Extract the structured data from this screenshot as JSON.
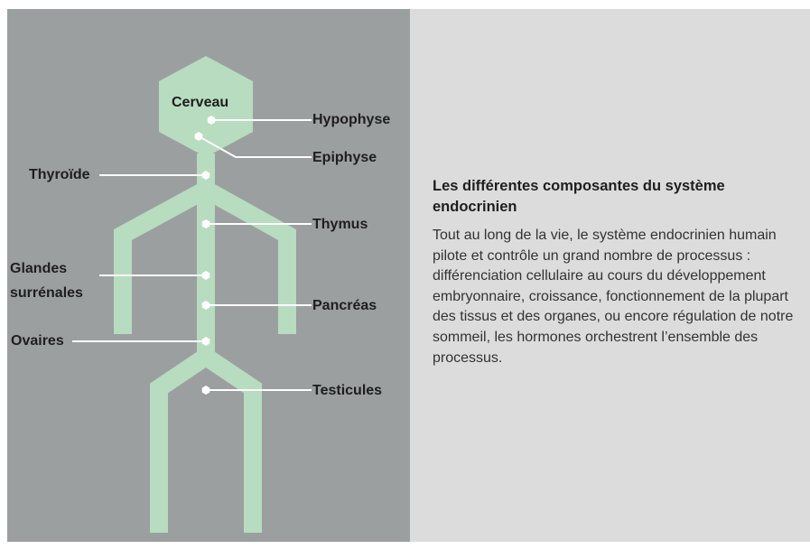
{
  "colors": {
    "figure_background": "#9c9fa0",
    "panel_background": "#dcdcdc",
    "body_shape": "#b7dcbf",
    "marker": "#ffffff"
  },
  "labels": {
    "cerveau": "Cerveau",
    "hypophyse": "Hypophyse",
    "epiphyse": "Epiphyse",
    "thyroide": "Thyroïde",
    "thymus": "Thymus",
    "glandes_line1": "Glandes",
    "glandes_line2": "surrénales",
    "pancreas": "Pancréas",
    "ovaires": "Ovaires",
    "testicules": "Testicules"
  },
  "panel": {
    "title": "Les différentes composantes du système endocrinien",
    "body": "Tout au long de la vie, le système endocrinien humain pilote et contrôle un grand nombre de processus : différenciation cellulaire au cours du développement embryonnaire, croissance, fonctionnement de la plupart des tissus et des organes, ou encore régulation de notre sommeil, les hormones orchestrent l’ensemble des processus."
  }
}
